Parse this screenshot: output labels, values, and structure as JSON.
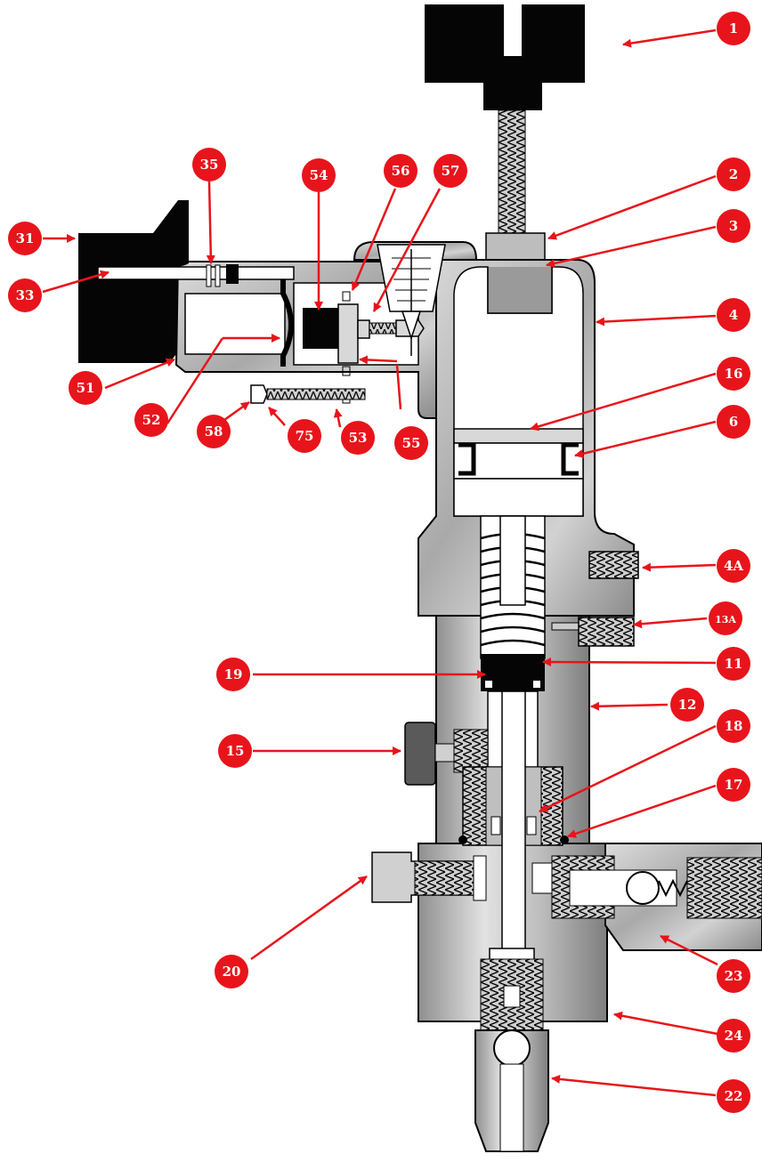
{
  "colors": {
    "callout_fill": "#e8141b",
    "callout_text": "#ffffff",
    "leader_line": "#e8141b",
    "body_metal": "#b9b9b9",
    "outline": "#000000",
    "black_part": "#0a0a0a"
  },
  "callouts": [
    {
      "id": "c1",
      "label": "1"
    },
    {
      "id": "c2",
      "label": "2"
    },
    {
      "id": "c3",
      "label": "3"
    },
    {
      "id": "c4",
      "label": "4"
    },
    {
      "id": "c16",
      "label": "16"
    },
    {
      "id": "c6",
      "label": "6"
    },
    {
      "id": "c4A",
      "label": "4A"
    },
    {
      "id": "c13A",
      "label": "13A"
    },
    {
      "id": "c11",
      "label": "11"
    },
    {
      "id": "c12",
      "label": "12"
    },
    {
      "id": "c18",
      "label": "18"
    },
    {
      "id": "c17",
      "label": "17"
    },
    {
      "id": "c23",
      "label": "23"
    },
    {
      "id": "c24",
      "label": "24"
    },
    {
      "id": "c22",
      "label": "22"
    },
    {
      "id": "c20",
      "label": "20"
    },
    {
      "id": "c15",
      "label": "15"
    },
    {
      "id": "c19",
      "label": "19"
    },
    {
      "id": "c31",
      "label": "31"
    },
    {
      "id": "c33",
      "label": "33"
    },
    {
      "id": "c35",
      "label": "35"
    },
    {
      "id": "c54",
      "label": "54"
    },
    {
      "id": "c56",
      "label": "56"
    },
    {
      "id": "c57",
      "label": "57"
    },
    {
      "id": "c51",
      "label": "51"
    },
    {
      "id": "c52",
      "label": "52"
    },
    {
      "id": "c58",
      "label": "58"
    },
    {
      "id": "c75",
      "label": "75"
    },
    {
      "id": "c53",
      "label": "53"
    },
    {
      "id": "c55",
      "label": "55"
    }
  ]
}
